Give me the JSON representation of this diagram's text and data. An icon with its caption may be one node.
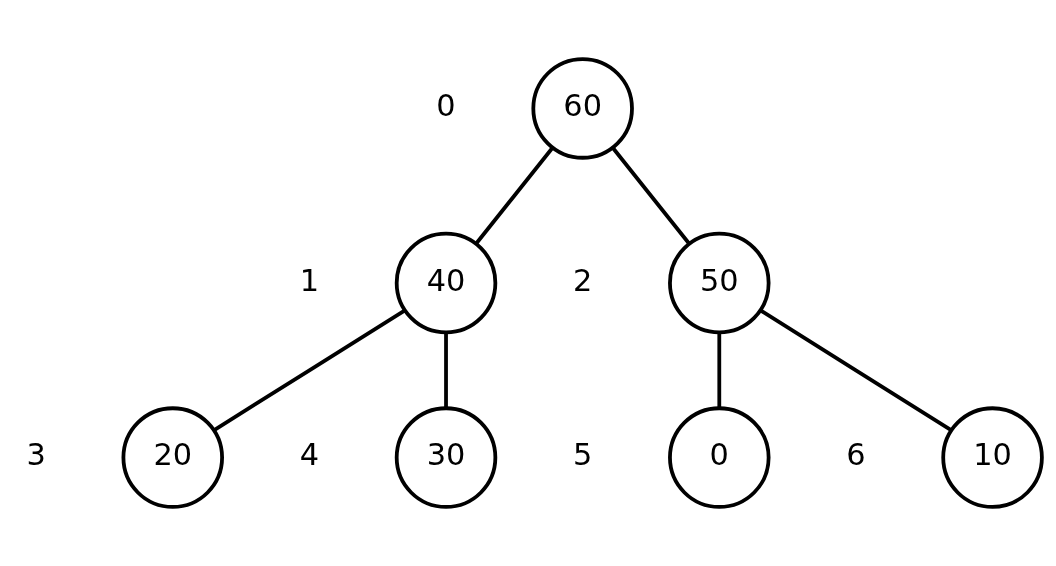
{
  "diagram": {
    "nodes": [
      {
        "text": [
          "60"
        ],
        "beside": [
          "0"
        ]
      },
      {
        "text": [
          "40"
        ],
        "beside": [
          "1"
        ]
      },
      {
        "text": [
          "50"
        ],
        "beside": [
          "2"
        ]
      },
      {
        "text": [
          "20"
        ],
        "beside": [
          "3"
        ]
      },
      {
        "text": [
          "30"
        ],
        "beside": [
          "4"
        ]
      },
      {
        "text": [
          "0"
        ],
        "beside": [
          "5"
        ]
      },
      {
        "text": [
          "10"
        ],
        "beside": [
          "6"
        ]
      }
    ],
    "edges": [
      {
        "from": 0,
        "to": 1,
        "arrow": "none"
      },
      {
        "from": 0,
        "to": 2,
        "arrow": "none"
      },
      {
        "from": 1,
        "to": 3,
        "arrow": "none"
      },
      {
        "from": 1,
        "to": 4,
        "arrow": "none"
      },
      {
        "from": 2,
        "to": 5,
        "arrow": "none"
      },
      {
        "from": 2,
        "to": 6,
        "arrow": "none"
      }
    ]
  }
}
